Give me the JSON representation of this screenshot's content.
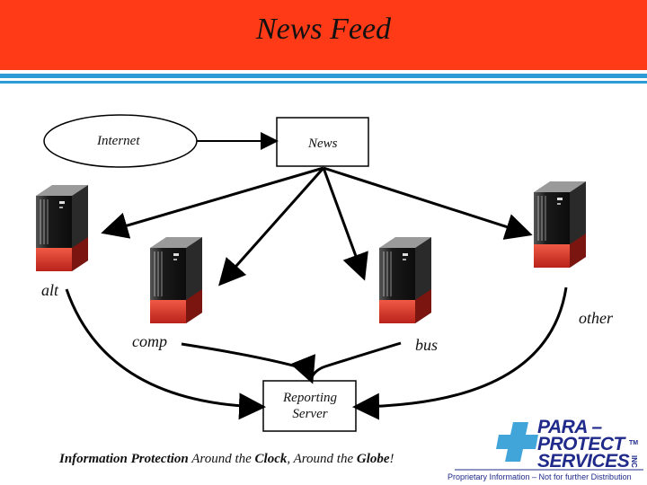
{
  "title": "News Feed",
  "nodes": {
    "internet": "Internet",
    "news": "News",
    "alt": "alt",
    "comp": "comp",
    "bus": "bus",
    "other": "other",
    "reporting_line1": "Reporting",
    "reporting_line2": "Server"
  },
  "footer": {
    "tagline_bold_1": "Information Protection",
    "tagline_mid_1": " Around the ",
    "tagline_bold_2": "Clock",
    "tagline_mid_2": ", Around the ",
    "tagline_bold_3": "Globe",
    "tagline_end": "!",
    "logo_line1": "PARA –",
    "logo_line2": "PROTECT",
    "logo_line3": "SERVICES",
    "logo_tm": "TM",
    "logo_inc": "INC",
    "proprietary": "Proprietary Information – Not for further Distribution"
  },
  "colors": {
    "header": "#ff3a17",
    "stripe": "#2d9bd6",
    "server_body": "#222222",
    "server_accent": "#e23b2e",
    "logo": "#1f2a8a"
  },
  "icons": [
    "server-icon",
    "cross-logo-icon"
  ]
}
